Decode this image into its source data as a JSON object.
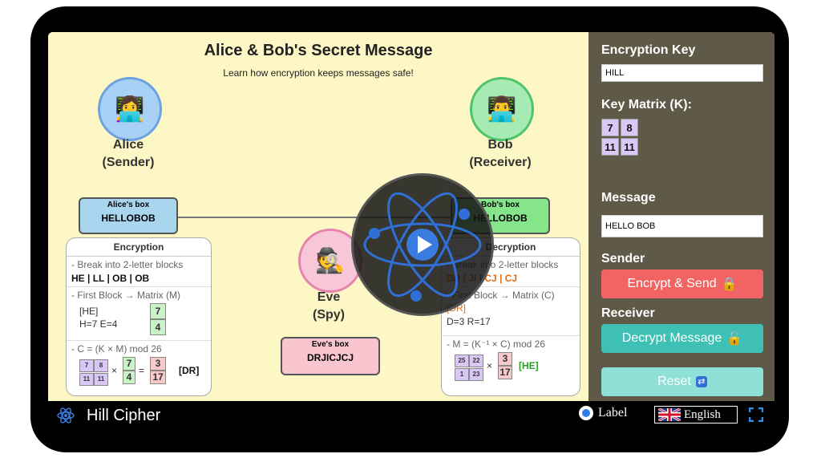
{
  "header": {
    "title": "Alice & Bob's Secret Message",
    "subtitle": "Learn how encryption keeps messages safe!"
  },
  "alice": {
    "name": "Alice",
    "role": "(Sender)",
    "box_label": "Alice's box",
    "box_value": "HELLOBOB"
  },
  "bob": {
    "name": "Bob",
    "role": "(Receiver)",
    "box_label": "Bob's box",
    "box_value": "HELLOBOB"
  },
  "eve": {
    "name": "Eve",
    "role": "(Spy)",
    "box_label": "Eve's box",
    "box_value": "DRJICJCJ"
  },
  "encryption": {
    "title": "Encryption",
    "step1_label": "- Break into 2-letter blocks",
    "step1_value": "HE | LL | OB | OB",
    "step2_label": "- First Block → Matrix (M)",
    "step2_block": "[HE]",
    "step2_values": "H=7  E=4",
    "m_vector": [
      "7",
      "4"
    ],
    "step3_label": "- C = (K × M) mod 26",
    "k_matrix": [
      "7",
      "8",
      "11",
      "11"
    ],
    "c_vector": [
      "3",
      "17"
    ],
    "result": "[DR]",
    "times": "×",
    "equals": "="
  },
  "decryption": {
    "title": "Decryption",
    "step1_label": "- Break into 2-letter blocks",
    "step1_value": "DR | JI | CJ | CJ",
    "step2_label": "- First Block → Matrix (C)",
    "step2_block": "[DR]",
    "step2_values": "D=3  R=17",
    "step3_label": "- M = (K⁻¹ × C) mod 26",
    "kinv_matrix": [
      "25",
      "22",
      "1",
      "23"
    ],
    "c_vector": [
      "3",
      "17"
    ],
    "result": "[HE]",
    "times": "×"
  },
  "sidebar": {
    "key_label": "Encryption Key",
    "key_value": "HILL",
    "matrix_label": "Key Matrix (K):",
    "matrix": [
      "7",
      "8",
      "11",
      "11"
    ],
    "message_label": "Message",
    "message_value": "HELLO BOB",
    "sender_label": "Sender",
    "encrypt_button": "Encrypt & Send",
    "receiver_label": "Receiver",
    "decrypt_button": "Decrypt Message",
    "reset_button": "Reset"
  },
  "bottom": {
    "app_name": "Hill Cipher",
    "label_toggle": "Label",
    "language": "English"
  },
  "colors": {
    "encrypt": "#f26464",
    "decrypt": "#3ec1b4",
    "reset": "#8fe0d6",
    "sidebar": "#5f5947",
    "main_bg": "#fdf7c6"
  }
}
